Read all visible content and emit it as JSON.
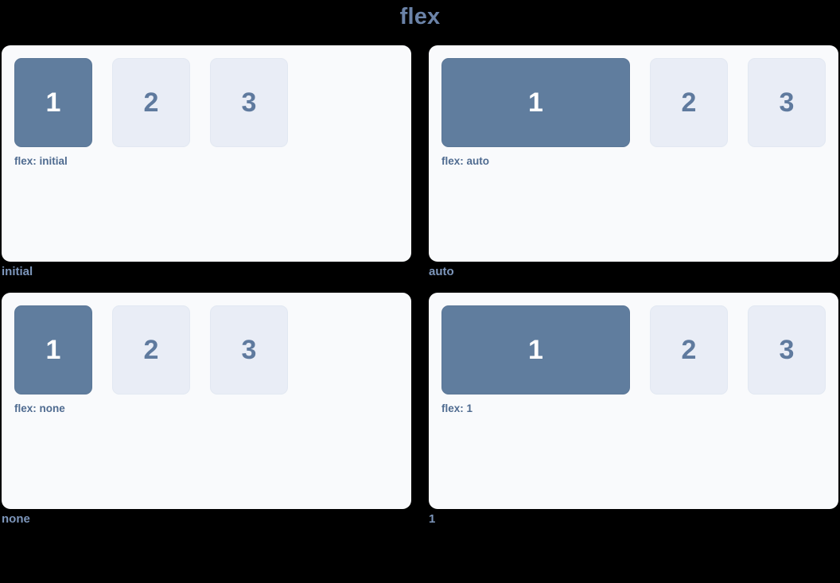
{
  "title": "flex",
  "theme": {
    "background": "#000000",
    "card_background": "#f9fafc",
    "title_color": "#6b83a8",
    "caption_color": "#7d96bb",
    "accent_box_color": "#607d9e",
    "plain_box_color": "#e9edf6",
    "plain_box_text_color": "#5f7a9e",
    "accent_box_text_color": "#ffffff",
    "prop_label_color": "#4f6b90"
  },
  "demos": [
    {
      "caption": "initial",
      "prop_label": "flex: initial",
      "boxes": [
        {
          "label": "1",
          "style": "accent"
        },
        {
          "label": "2",
          "style": "plain"
        },
        {
          "label": "3",
          "style": "plain"
        }
      ]
    },
    {
      "caption": "auto",
      "prop_label": "flex: auto",
      "boxes": [
        {
          "label": "1",
          "style": "accent"
        },
        {
          "label": "2",
          "style": "plain"
        },
        {
          "label": "3",
          "style": "plain"
        }
      ]
    },
    {
      "caption": "none",
      "prop_label": "flex: none",
      "boxes": [
        {
          "label": "1",
          "style": "accent"
        },
        {
          "label": "2",
          "style": "plain"
        },
        {
          "label": "3",
          "style": "plain"
        }
      ]
    },
    {
      "caption": "1",
      "prop_label": "flex: 1",
      "boxes": [
        {
          "label": "1",
          "style": "accent"
        },
        {
          "label": "2",
          "style": "plain"
        },
        {
          "label": "3",
          "style": "plain"
        }
      ]
    }
  ]
}
